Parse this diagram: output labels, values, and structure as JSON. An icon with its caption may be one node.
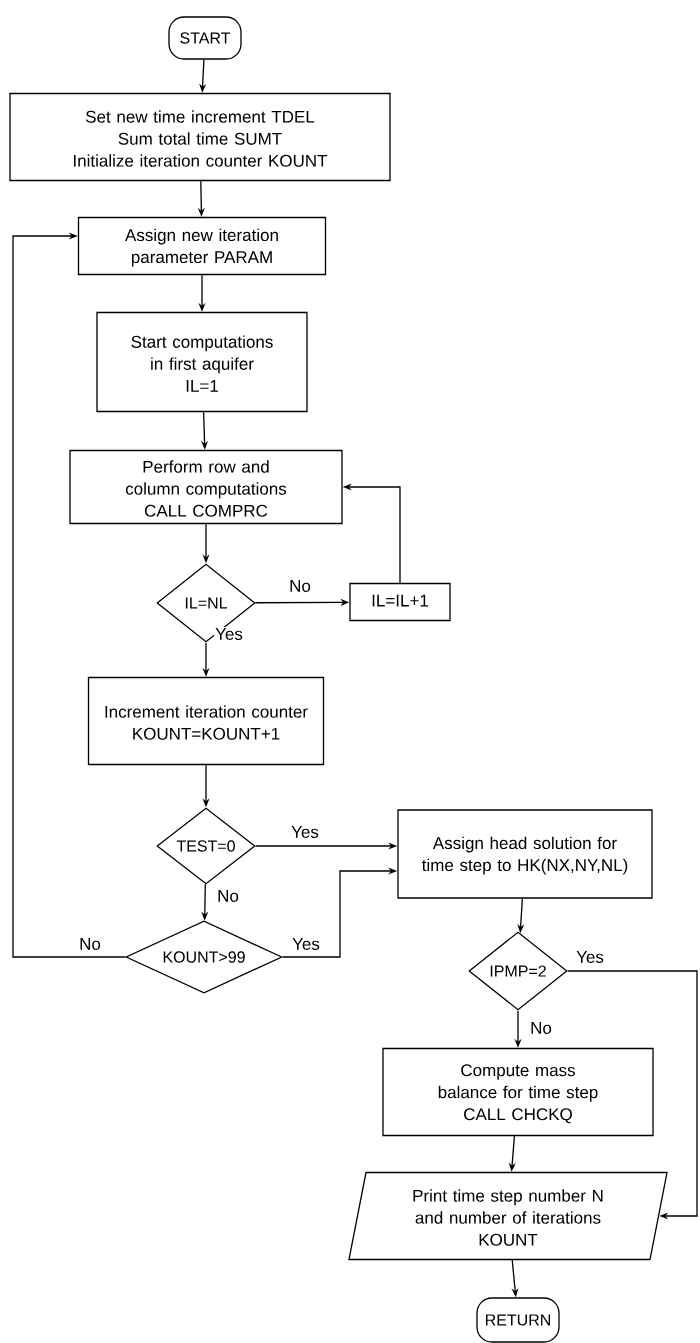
{
  "diagram": {
    "nodes": [
      {
        "text": [
          "START"
        ]
      },
      {
        "text": [
          "Set new time increment TDEL",
          "Sum total time SUMT",
          "Initialize iteration counter KOUNT"
        ]
      },
      {
        "text": [
          "Assign new iteration parameter PARAM"
        ]
      },
      {
        "text": [
          "Start computations in first aquifer",
          "IL=1"
        ]
      },
      {
        "text": [
          "Perform row and column computations",
          "CALL COMPRC"
        ]
      },
      {
        "text": [
          "IL=NL"
        ]
      },
      {
        "text": [
          "IL=IL+1"
        ]
      },
      {
        "text": [
          "Increment iteration counter",
          "KOUNT=KOUNT+1"
        ]
      },
      {
        "text": [
          "TEST=0"
        ]
      },
      {
        "text": [
          "Assign head solution for time step to HK(NX,NY,NL)"
        ]
      },
      {
        "text": [
          "KOUNT>99"
        ]
      },
      {
        "text": [
          "IPMP=2"
        ]
      },
      {
        "text": [
          "Compute mass balance for time step",
          "CALL CHCKQ"
        ]
      },
      {
        "text": [
          "Print time step number N and number of iterations",
          "KOUNT"
        ]
      },
      {
        "text": [
          "RETURN"
        ]
      }
    ],
    "edges": [
      {
        "from": 0,
        "to": 1,
        "arrow": "to"
      },
      {
        "from": 1,
        "to": 2,
        "arrow": "to"
      },
      {
        "from": 2,
        "to": 3,
        "arrow": "to"
      },
      {
        "from": 3,
        "to": 4,
        "arrow": "to"
      },
      {
        "from": 4,
        "to": 5,
        "arrow": "to"
      },
      {
        "from": 5,
        "to": 6,
        "arrow": "to",
        "label": "No"
      },
      {
        "from": 6,
        "to": 4,
        "arrow": "to"
      },
      {
        "from": 5,
        "to": 7,
        "arrow": "to",
        "label": "Yes"
      },
      {
        "from": 7,
        "to": 8,
        "arrow": "to"
      },
      {
        "from": 8,
        "to": 9,
        "arrow": "to",
        "label": "Yes"
      },
      {
        "from": 8,
        "to": 10,
        "arrow": "to",
        "label": "No"
      },
      {
        "from": 10,
        "to": 9,
        "arrow": "to",
        "label": "Yes"
      },
      {
        "from": 10,
        "to": 2,
        "arrow": "to",
        "label": "No"
      },
      {
        "from": 9,
        "to": 11,
        "arrow": "to"
      },
      {
        "from": 11,
        "to": 12,
        "arrow": "to",
        "label": "No"
      },
      {
        "from": 11,
        "to": 13,
        "arrow": "to",
        "label": "Yes"
      },
      {
        "from": 12,
        "to": 13,
        "arrow": "to"
      },
      {
        "from": 13,
        "to": 14,
        "arrow": "to"
      }
    ]
  }
}
